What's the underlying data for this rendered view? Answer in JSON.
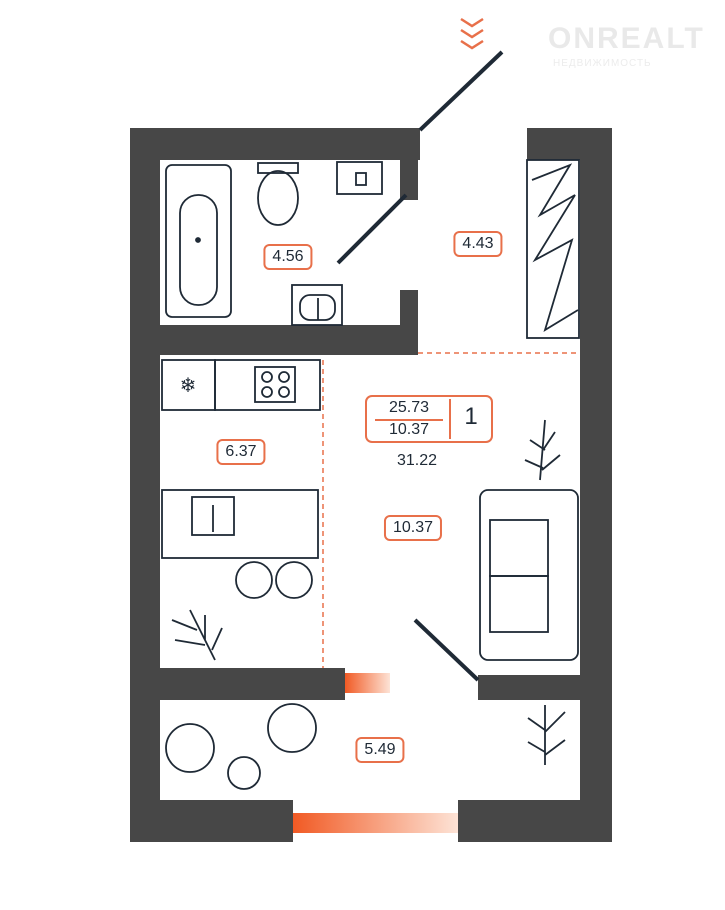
{
  "watermark": {
    "name": "ONREALT",
    "subtitle": "НЕДВИЖИМОСТЬ"
  },
  "colors": {
    "wall": "#474747",
    "accent": "#e8704a",
    "line": "#1f2a36"
  },
  "rooms": {
    "bathroom": "4.56",
    "hallway": "4.43",
    "kitchen": "6.37",
    "living": "10.37",
    "balcony": "5.49"
  },
  "summary": {
    "total_area": "25.73",
    "living_area": "10.37",
    "rooms": "1",
    "area_with_balcony": "31.22"
  }
}
